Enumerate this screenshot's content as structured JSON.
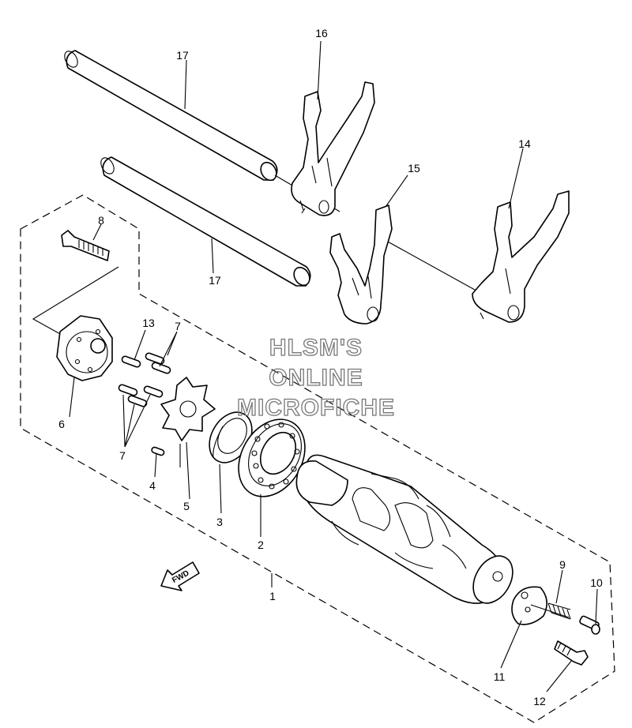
{
  "watermark": {
    "line1": "HLSM'S",
    "line2": "ONLINE",
    "line3": "MICROFICHE"
  },
  "fwd_label": "FWD",
  "callouts": {
    "c1": "1",
    "c2": "2",
    "c3": "3",
    "c4": "4",
    "c5": "5",
    "c6": "6",
    "c7a": "7",
    "c7b": "7",
    "c8": "8",
    "c9": "9",
    "c10": "10",
    "c11": "11",
    "c12": "12",
    "c13": "13",
    "c14": "14",
    "c15": "15",
    "c16": "16",
    "c17a": "17",
    "c17b": "17"
  }
}
